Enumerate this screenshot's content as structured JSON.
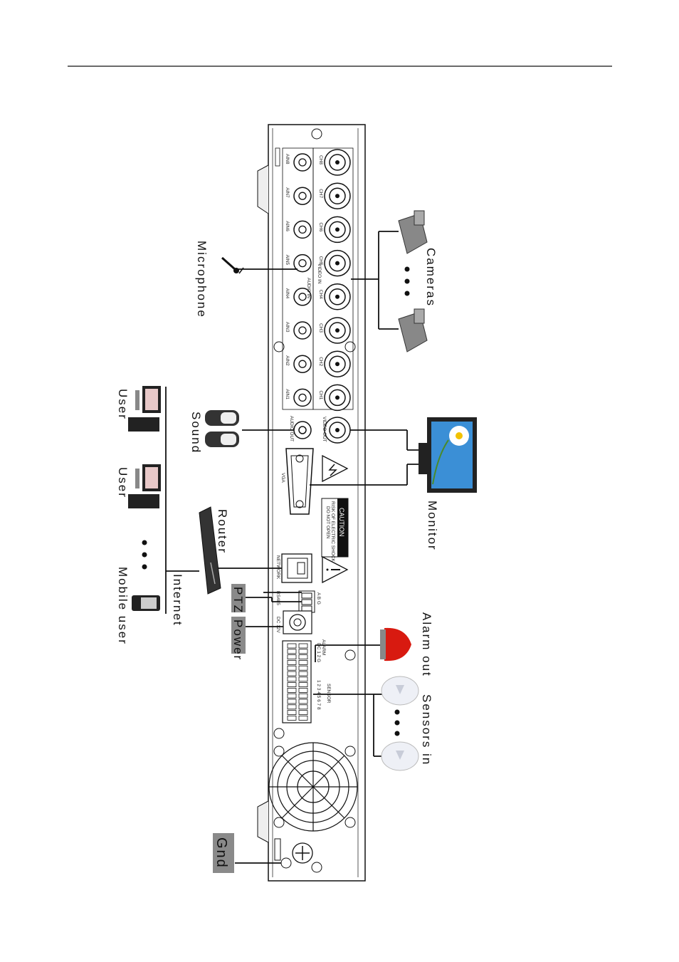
{
  "labels": {
    "microphone": "Microphone",
    "cameras": "Cameras",
    "sound": "Sound",
    "user1": "User",
    "user2": "User",
    "monitor": "Monitor",
    "router": "Router",
    "internet": "Internet",
    "mobile_user": "Mobile user",
    "ptz": "PTZ",
    "power": "Power",
    "alarm_out": "Alarm out",
    "sensors_in": "Sensors in",
    "gnd": "Gnd"
  },
  "panel": {
    "video_channels": [
      "CH8",
      "CH7",
      "CH6",
      "CH5",
      "CH4",
      "CH3",
      "CH2",
      "CH1"
    ],
    "audio_channels": [
      "AIN8",
      "AIN7",
      "AIN6",
      "AIN5",
      "AIN4",
      "AIN3",
      "AIN2",
      "AIN1"
    ],
    "audio_in": "AUDIO IN",
    "video_in": "VIDEO IN",
    "video_out": "VIDEO OUT",
    "audio_out": "AUDIO OUT",
    "vga": "VGA",
    "caution": "CAUTION",
    "caution_line1": "RISK OF ELECTRIC SHOCK",
    "caution_line2": "DO NOT OPEN",
    "network": "NETWORK",
    "rs485": "RS485",
    "abg": "A  B  G",
    "dc": "DC 12V",
    "alarm": "ALARM",
    "alarm_pins": "DC  1  2  G",
    "sensor": "SENSOR",
    "sensor_pins": "1 2 3 4 5 6 7 8"
  },
  "colors": {
    "line": "#111111",
    "label_box": "#8a8a8a",
    "sky": "#3b8fd6",
    "alarm_red": "#d81a10"
  }
}
